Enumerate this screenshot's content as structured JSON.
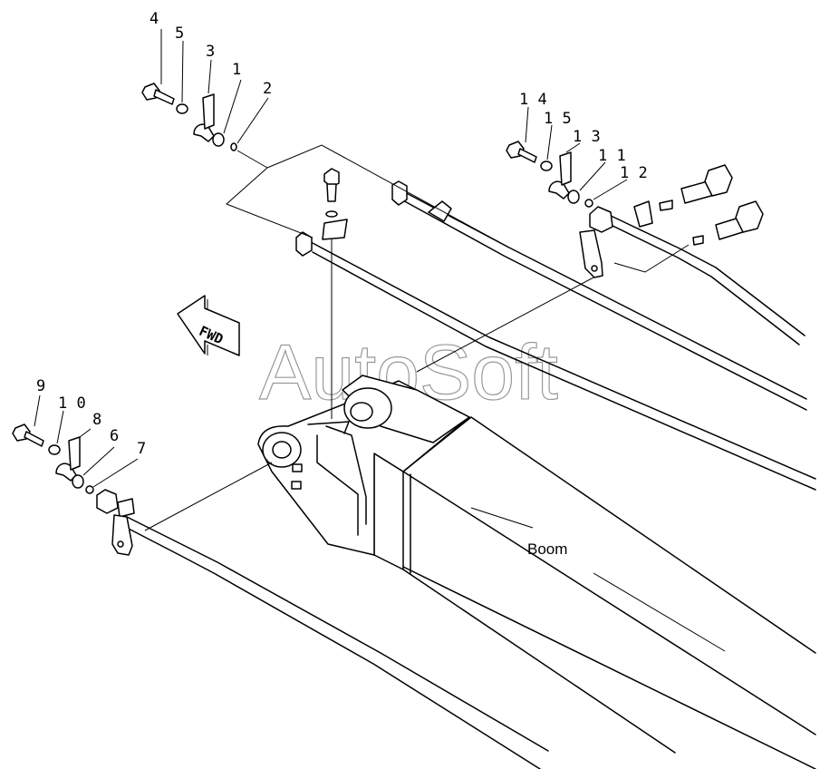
{
  "callouts": [
    "1",
    "2",
    "3",
    "4",
    "5",
    "6",
    "7",
    "8",
    "9",
    "1 0",
    "1 1",
    "1 2",
    "1 3",
    "1 4",
    "1 5"
  ],
  "labels": {
    "boom": "Boom",
    "fwd": "FWD"
  },
  "watermark": "AutoSoft",
  "colors": {
    "line": "#000000",
    "background": "#ffffff",
    "watermark": "#999999"
  }
}
